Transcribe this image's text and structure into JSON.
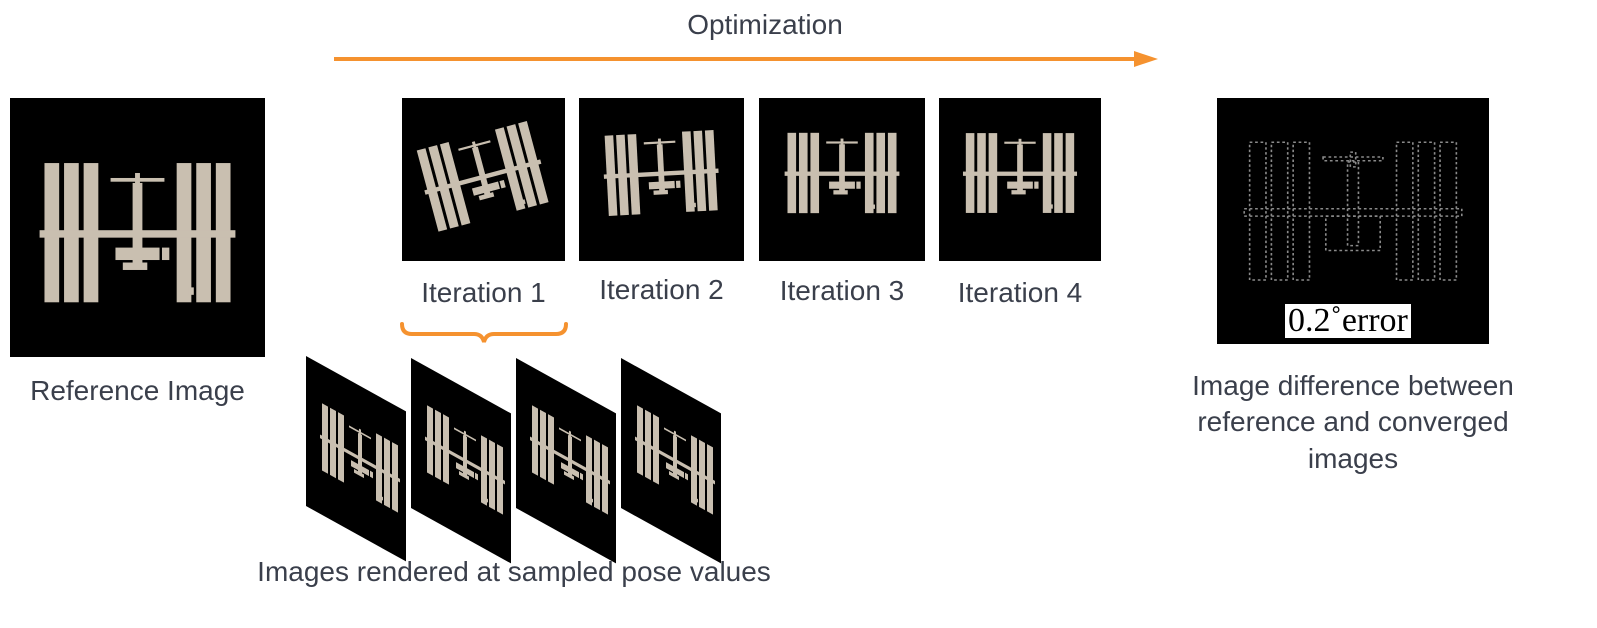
{
  "optimization": {
    "label": "Optimization",
    "arrow_color": "#f5922f"
  },
  "reference": {
    "label": "Reference Image"
  },
  "iterations": [
    {
      "label": "Iteration 1"
    },
    {
      "label": "Iteration 2"
    },
    {
      "label": "Iteration 3"
    },
    {
      "label": "Iteration 4"
    }
  ],
  "rendered": {
    "label": "Images rendered at sampled pose values"
  },
  "difference": {
    "error_label": "0.2˚error",
    "caption_lines": [
      "Image difference between",
      "reference and converged",
      "images"
    ]
  },
  "colors": {
    "text": "#3a3f4b",
    "accent": "#f5922f",
    "station": "#c9bfb0",
    "panel_bg": "#000000"
  }
}
